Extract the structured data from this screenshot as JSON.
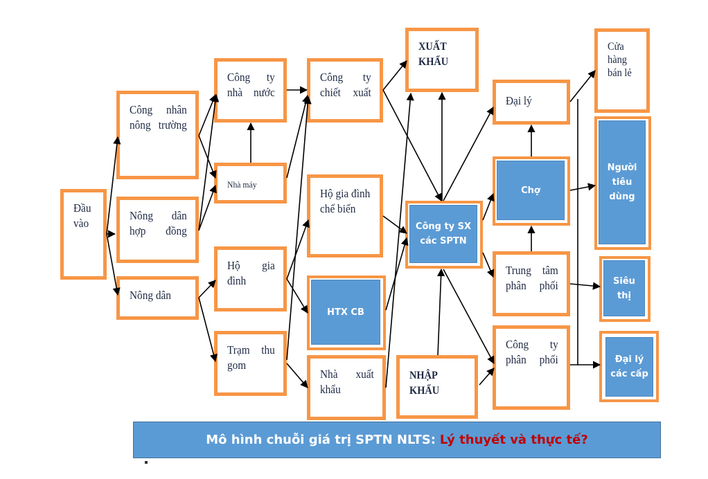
{
  "diagram": {
    "nodes": {
      "dau_vao": "Đầu vào",
      "cong_nhan": "Công nhân nông trường",
      "nong_dan_hd": "Nông dân hợp đồng",
      "nong_dan": "Nông dân",
      "cty_nha_nuoc": "Công ty nhà nước",
      "nha_may": "Nhà máy",
      "ho_gia_dinh": "Hộ gia đình",
      "tram_thu_gom": "Trạm thu gom",
      "cty_chiet_xuat": "Công ty chiết xuất",
      "ho_gd_che_bien": "Hộ gia đình chế biến",
      "htx_cb": "HTX CB",
      "nha_xuat_khau": "Nhà xuất khẩu",
      "xuat_khau": "XUẤT KHẨU",
      "cty_sx": "Công ty SX\ncác SPTN",
      "nhap_khau": "NHẬP KHẨU",
      "dai_ly": "Đại lý",
      "cho": "Chợ",
      "trung_tam_pp": "Trung tâm phân phối",
      "cty_phan_phoi": "Công ty phân phối",
      "cua_hang": "Cửa hàng bán lẻ",
      "nguoi_tieu_dung": "Người\ntiêu\ndùng",
      "sieu_thi": "Siêu\nthị",
      "dai_ly_cac_cap": "Đại lý\ncác cấp"
    },
    "colors": {
      "border": "#f79646",
      "fill_blue": "#5b9bd5",
      "arrow": "#000000",
      "banner_highlight": "#c00000"
    }
  },
  "banner": {
    "title": "Mô hình chuỗi giá trị SPTN NLTS:",
    "highlight": "Lý thuyết và thực tế?"
  }
}
